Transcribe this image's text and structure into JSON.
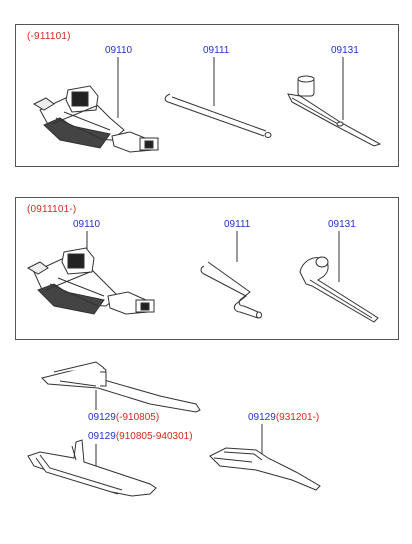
{
  "panels": [
    {
      "title": "(-911101)",
      "parts": [
        {
          "code": "09110",
          "icon": "scissor-jack-icon"
        },
        {
          "code": "09111",
          "icon": "jack-handle-rod-icon"
        },
        {
          "code": "09131",
          "icon": "lug-wrench-icon"
        }
      ]
    },
    {
      "title": "(0911101-)",
      "parts": [
        {
          "code": "09110",
          "icon": "scissor-jack-icon"
        },
        {
          "code": "09111",
          "icon": "crank-handle-icon"
        },
        {
          "code": "09131",
          "icon": "lug-wrench-icon"
        }
      ]
    }
  ],
  "tool_bags": [
    {
      "code": "09129",
      "range": "(-910805)",
      "icon": "tool-bag-folded-icon"
    },
    {
      "code": "09129",
      "range": "(910805-940301)",
      "icon": "tool-tray-icon"
    },
    {
      "code": "09129",
      "range": "(931201-)",
      "icon": "tool-bag-flat-icon"
    }
  ],
  "colors": {
    "title": "#d42a1e",
    "code": "#2233cc",
    "line": "#333333"
  }
}
